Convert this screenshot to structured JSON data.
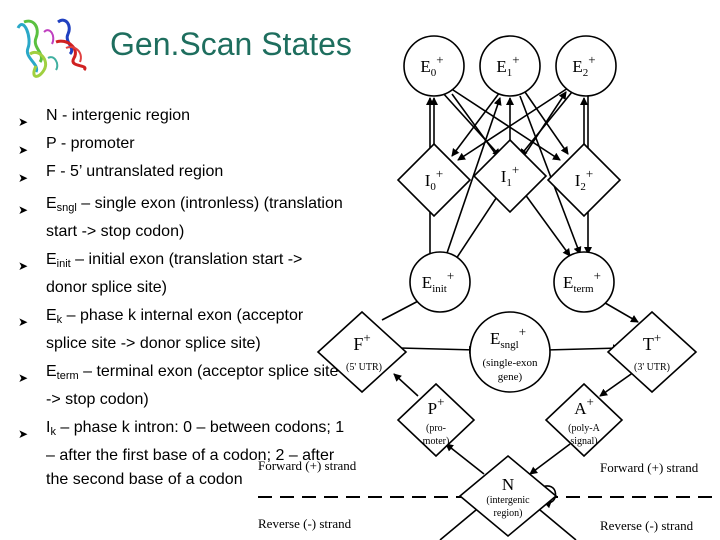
{
  "title": "Gen.Scan States",
  "bullets": [
    {
      "pre": "N - intergenic region",
      "sub": "",
      "post": "",
      "line2": ""
    },
    {
      "pre": "P - promoter",
      "sub": "",
      "post": "",
      "line2": ""
    },
    {
      "pre": "F - 5’ untranslated region",
      "sub": "",
      "post": "",
      "line2": ""
    },
    {
      "pre": "E",
      "sub": "sngl",
      "post": " – single exon (intronless) (translation",
      "line2": "start -> stop codon)"
    },
    {
      "pre": "E",
      "sub": "init",
      "post": " – initial exon (translation start ->",
      "line2": "donor splice site)"
    },
    {
      "pre": "E",
      "sub": "k",
      "post": " – phase k internal exon (acceptor",
      "line2": "splice site -> donor splice site)"
    },
    {
      "pre": "E",
      "sub": "term",
      "post": " – terminal exon (acceptor splice site",
      "line2": "-> stop codon)"
    },
    {
      "pre": "I",
      "sub": "k",
      "post": " – phase k intron: 0 – between codons; 1",
      "line2": "– after the first base of a codon; 2 – after",
      "line3": "the second base of a codon"
    }
  ],
  "diagram": {
    "nodes": {
      "E0": {
        "base": "E",
        "sub": "0",
        "sup": "+"
      },
      "E1": {
        "base": "E",
        "sub": "1",
        "sup": "+"
      },
      "E2": {
        "base": "E",
        "sub": "2",
        "sup": "+"
      },
      "I0": {
        "base": "I",
        "sub": "0",
        "sup": "+"
      },
      "I1": {
        "base": "I",
        "sub": "1",
        "sup": "+"
      },
      "I2": {
        "base": "I",
        "sub": "2",
        "sup": "+"
      },
      "Einit": {
        "base": "E",
        "sub": "init",
        "sup": "+"
      },
      "Eterm": {
        "base": "E",
        "sub": "term",
        "sup": "+"
      },
      "Esngl": {
        "base": "E",
        "sub": "sngl",
        "sup": "+",
        "note1": "(single-exon",
        "note2": "gene)"
      },
      "F": {
        "base": "F",
        "sup": "+",
        "note1": "(5' UTR)"
      },
      "T": {
        "base": "T",
        "sup": "+",
        "note1": "(3' UTR)"
      },
      "P": {
        "base": "P",
        "sup": "+",
        "note1": "(pro-",
        "note2": "moter)"
      },
      "A": {
        "base": "A",
        "sup": "+",
        "note1": "(poly-A",
        "note2": "signal)"
      },
      "N": {
        "base": "N",
        "note1": "(intergenic",
        "note2": "region)"
      }
    },
    "forward_label_left": "Forward (+) strand",
    "forward_label_right": "Forward (+) strand",
    "reverse_label_left": "Reverse (-) strand",
    "reverse_label_right": "Reverse (-) strand"
  }
}
